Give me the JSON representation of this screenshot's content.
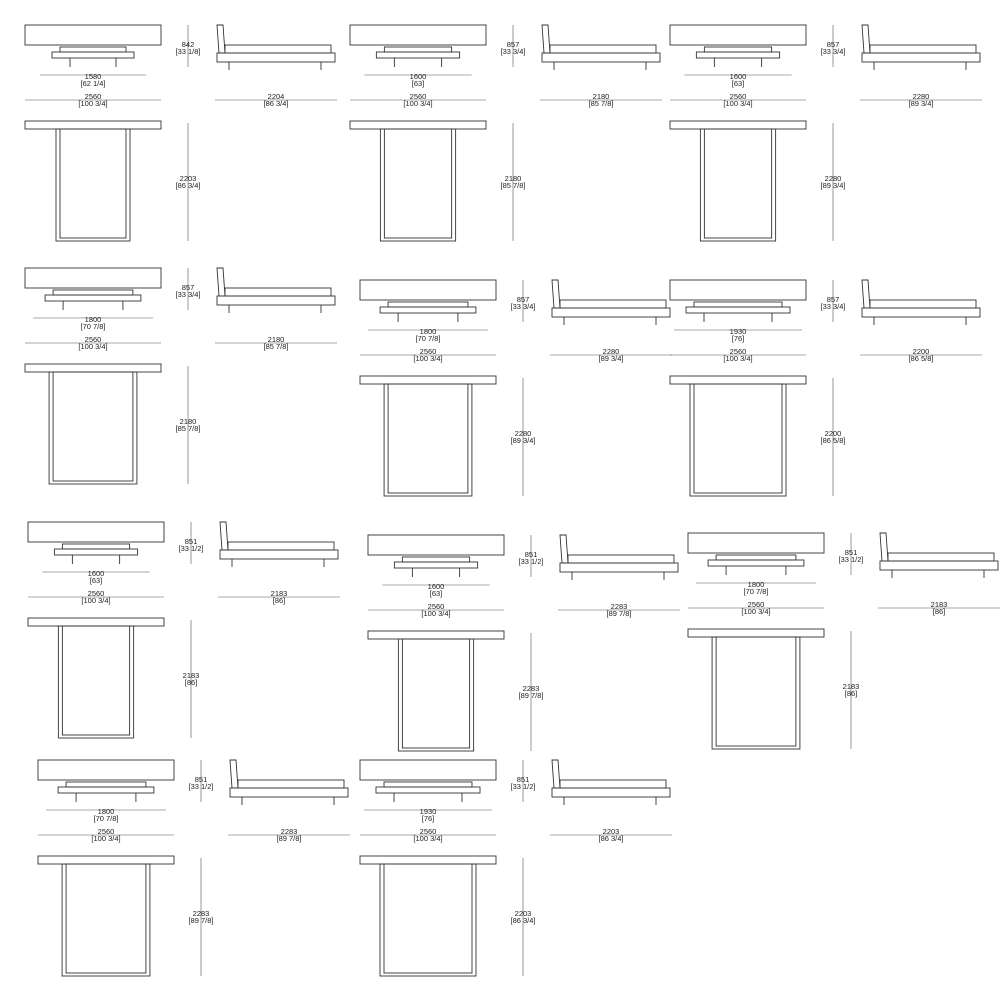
{
  "colors": {
    "line": "#333333",
    "dim": "#555555"
  },
  "beds": [
    {
      "height": "842",
      "height_in": "[33 1/8]",
      "width": "1580",
      "width_in": "[62 1/4]",
      "overall": "2560",
      "overall_in": "[100 3/4]",
      "side_len": "2204",
      "side_len_in": "[86 3/4]",
      "plan_len": "2203",
      "plan_len_in": "[86 3/4]"
    },
    {
      "height": "857",
      "height_in": "[33 3/4]",
      "width": "1600",
      "width_in": "[63]",
      "overall": "2560",
      "overall_in": "[100 3/4]",
      "side_len": "2180",
      "side_len_in": "[85 7/8]",
      "plan_len": "2180",
      "plan_len_in": "[85 7/8]"
    },
    {
      "height": "857",
      "height_in": "[33 3/4]",
      "width": "1600",
      "width_in": "[63]",
      "overall": "2560",
      "overall_in": "[100 3/4]",
      "side_len": "2280",
      "side_len_in": "[89 3/4]",
      "plan_len": "2280",
      "plan_len_in": "[89 3/4]"
    },
    {
      "height": "857",
      "height_in": "[33 3/4]",
      "width": "1800",
      "width_in": "[70 7/8]",
      "overall": "2560",
      "overall_in": "[100 3/4]",
      "side_len": "2180",
      "side_len_in": "[85 7/8]",
      "plan_len": "2180",
      "plan_len_in": "[85 7/8]"
    },
    {
      "height": "857",
      "height_in": "[33 3/4]",
      "width": "1800",
      "width_in": "[70 7/8]",
      "overall": "2560",
      "overall_in": "[100 3/4]",
      "side_len": "2280",
      "side_len_in": "[89 3/4]",
      "plan_len": "2280",
      "plan_len_in": "[89 3/4]"
    },
    {
      "height": "857",
      "height_in": "[33 3/4]",
      "width": "1930",
      "width_in": "[76]",
      "overall": "2560",
      "overall_in": "[100 3/4]",
      "side_len": "2200",
      "side_len_in": "[86 5/8]",
      "plan_len": "2200",
      "plan_len_in": "[86 5/8]"
    },
    {
      "height": "851",
      "height_in": "[33 1/2]",
      "width": "1600",
      "width_in": "[63]",
      "overall": "2560",
      "overall_in": "[100 3/4]",
      "side_len": "2183",
      "side_len_in": "[86]",
      "plan_len": "2183",
      "plan_len_in": "[86]"
    },
    {
      "height": "851",
      "height_in": "[33 1/2]",
      "width": "1600",
      "width_in": "[63]",
      "overall": "2560",
      "overall_in": "[100 3/4]",
      "side_len": "2283",
      "side_len_in": "[89 7/8]",
      "plan_len": "2283",
      "plan_len_in": "[89 7/8]"
    },
    {
      "height": "851",
      "height_in": "[33 1/2]",
      "width": "1800",
      "width_in": "[70 7/8]",
      "overall": "2560",
      "overall_in": "[100 3/4]",
      "side_len": "2183",
      "side_len_in": "[86]",
      "plan_len": "2183",
      "plan_len_in": "[86]"
    },
    {
      "height": "851",
      "height_in": "[33 1/2]",
      "width": "1800",
      "width_in": "[70 7/8]",
      "overall": "2560",
      "overall_in": "[100 3/4]",
      "side_len": "2283",
      "side_len_in": "[89 7/8]",
      "plan_len": "2283",
      "plan_len_in": "[89 7/8]"
    },
    {
      "height": "851",
      "height_in": "[33 1/2]",
      "width": "1930",
      "width_in": "[76]",
      "overall": "2560",
      "overall_in": "[100 3/4]",
      "side_len": "2203",
      "side_len_in": "[86 3/4]",
      "plan_len": "2203",
      "plan_len_in": "[86 3/4]"
    }
  ]
}
